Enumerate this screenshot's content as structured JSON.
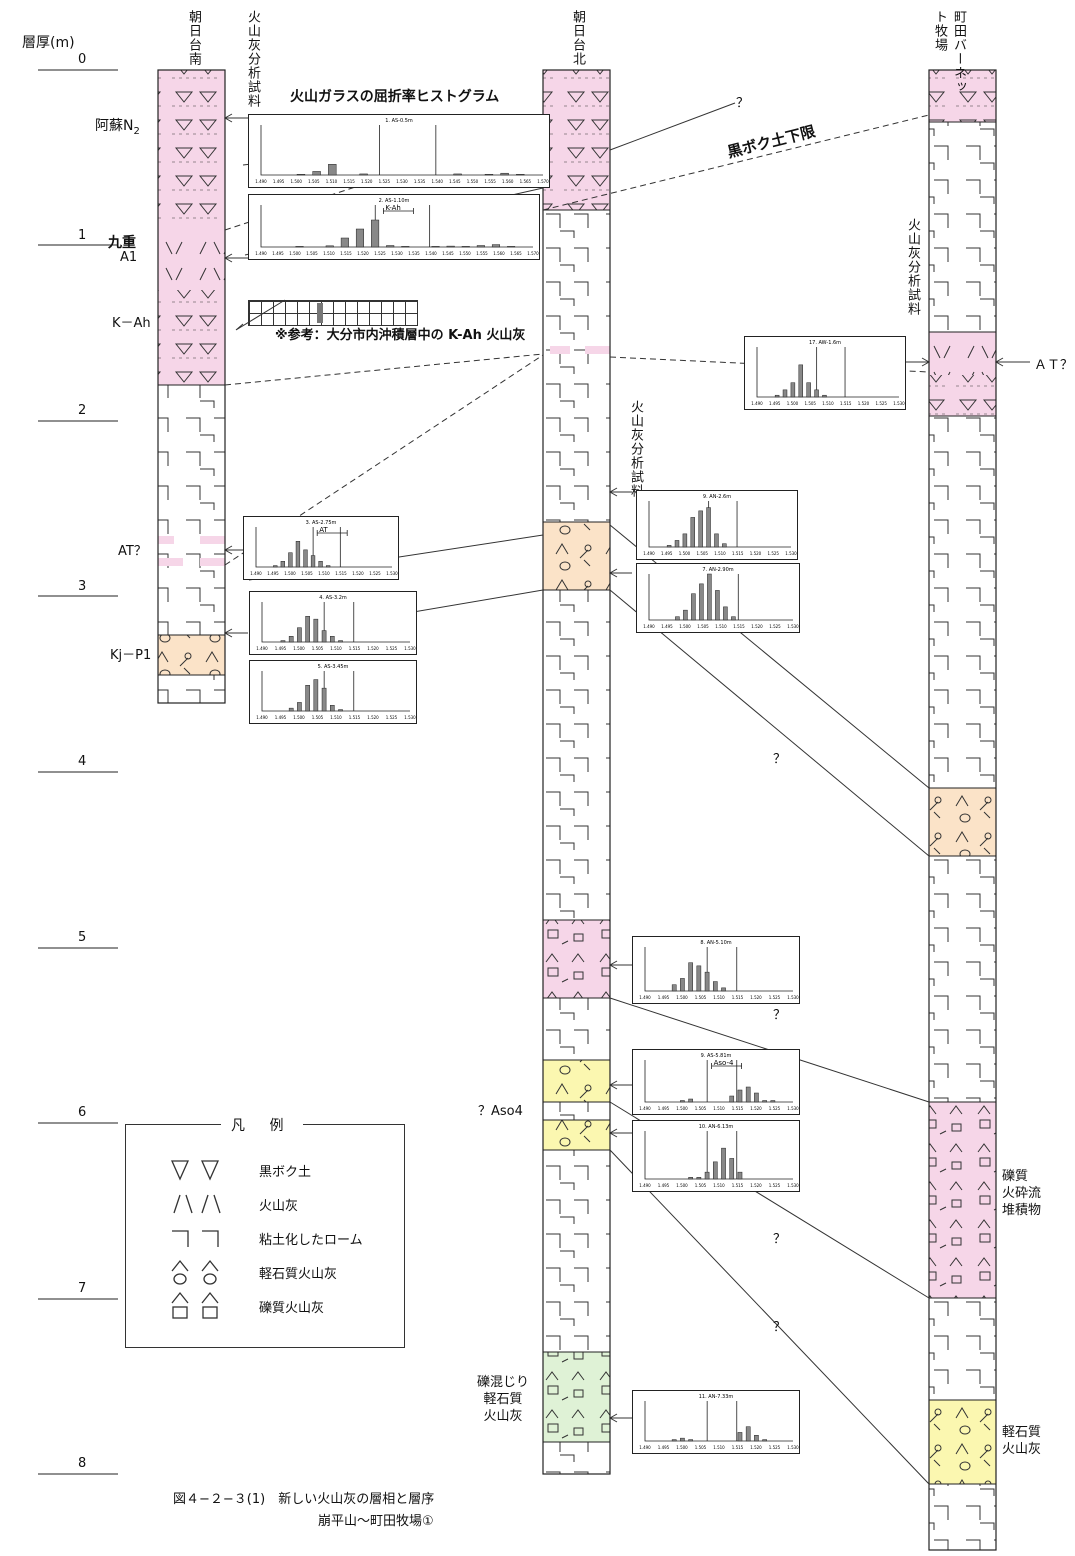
{
  "axis": {
    "title": "層厚(m)",
    "ticks": [
      "0",
      "1",
      "2",
      "3",
      "4",
      "5",
      "6",
      "7",
      "8"
    ]
  },
  "columns": {
    "left": {
      "name": "朝日台南",
      "sample_label": "火山灰分析試料"
    },
    "middle": {
      "name": "朝日台北",
      "sample_label": "火山灰分析試料"
    },
    "right": {
      "name": "町田バーネット牧場",
      "sample_label": "火山灰分析試料"
    }
  },
  "headings": {
    "histogram_title": "火山ガラスの屈折率ヒストグラム",
    "kuroboku_lower": "黒ボク土下限",
    "reference": "※参考：大分市内沖積層中の K-Ah 火山灰"
  },
  "layer_labels": {
    "aso_n2": "阿蘇N",
    "aso_n2_sub": "2",
    "kuju": "九重",
    "a1": "A1",
    "kah": "K－Ah",
    "at_q_left": "AT？",
    "kjp1": "Kj－P1",
    "aso4": "？Aso4",
    "gravel_pumice_left": [
      "礫混じり",
      "軽石質",
      "火山灰"
    ],
    "gravel_pyro": [
      "礫質",
      "火砕流",
      "堆積物"
    ],
    "pumice_right": [
      "軽石質",
      "火山灰"
    ],
    "at_q_right": "ＡＴ？",
    "question": "？"
  },
  "histograms": [
    {
      "title": "1. AS-0.5m",
      "xticks": [
        "1.490",
        "1.495",
        "1.500",
        "1.505",
        "1.510",
        "1.515",
        "1.520",
        "1.525",
        "1.530",
        "1.535",
        "1.540",
        "1.545",
        "1.550",
        "1.555",
        "1.560",
        "1.565",
        "1.570"
      ]
    },
    {
      "title": "2. AS-1.10m",
      "xticks": [
        "1.490",
        "1.495",
        "1.500",
        "1.505",
        "1.510",
        "1.515",
        "1.520",
        "1.525",
        "1.530",
        "1.535",
        "1.540",
        "1.545",
        "1.550",
        "1.555",
        "1.560",
        "1.565",
        "1.570"
      ],
      "bracket": "K-Ah"
    },
    {
      "title": "17. AW-1.6m",
      "xticks": [
        "1.490",
        "1.495",
        "1.500",
        "1.505",
        "1.510",
        "1.515",
        "1.520",
        "1.525",
        "1.530"
      ]
    },
    {
      "title": "9. AN-2.6m",
      "xticks": [
        "1.490",
        "1.495",
        "1.500",
        "1.505",
        "1.510",
        "1.515",
        "1.520",
        "1.525",
        "1.530"
      ]
    },
    {
      "title": "3. AS-2.75m",
      "xticks": [
        "1.490",
        "1.495",
        "1.500",
        "1.505",
        "1.510",
        "1.515",
        "1.520",
        "1.525",
        "1.530"
      ],
      "bracket": "AT"
    },
    {
      "title": "7. AN-2.90m",
      "xticks": [
        "1.490",
        "1.495",
        "1.500",
        "1.505",
        "1.510",
        "1.515",
        "1.520",
        "1.525",
        "1.530"
      ]
    },
    {
      "title": "4. AS-3.2m",
      "xticks": [
        "1.490",
        "1.495",
        "1.500",
        "1.505",
        "1.510",
        "1.515",
        "1.520",
        "1.525",
        "1.530"
      ]
    },
    {
      "title": "5. AS-3.45m",
      "xticks": [
        "1.490",
        "1.495",
        "1.500",
        "1.505",
        "1.510",
        "1.515",
        "1.520",
        "1.525",
        "1.530"
      ]
    },
    {
      "title": "8. AN-5.10m",
      "xticks": [
        "1.490",
        "1.495",
        "1.500",
        "1.505",
        "1.510",
        "1.515",
        "1.520",
        "1.525",
        "1.530"
      ]
    },
    {
      "title": "9. AS-5.81m",
      "xticks": [
        "1.490",
        "1.495",
        "1.500",
        "1.505",
        "1.510",
        "1.515",
        "1.520",
        "1.525",
        "1.530"
      ],
      "bracket": "Aso-4"
    },
    {
      "title": "10. AN-6.13m",
      "xticks": [
        "1.490",
        "1.495",
        "1.500",
        "1.505",
        "1.510",
        "1.515",
        "1.520",
        "1.525",
        "1.530"
      ]
    },
    {
      "title": "11. AN-7.33m",
      "xticks": [
        "1.490",
        "1.495",
        "1.500",
        "1.505",
        "1.510",
        "1.515",
        "1.520",
        "1.525",
        "1.530"
      ]
    }
  ],
  "legend": {
    "title": "凡 例",
    "items": [
      {
        "symbol": "kuroboku",
        "label": "黒ボク土"
      },
      {
        "symbol": "ash",
        "label": "火山灰"
      },
      {
        "symbol": "loam",
        "label": "粘土化したローム"
      },
      {
        "symbol": "pumice",
        "label": "軽石質火山灰"
      },
      {
        "symbol": "gravel",
        "label": "礫質火山灰"
      }
    ]
  },
  "caption": {
    "line1": "図４−２−３(1)　新しい火山灰の層相と層序",
    "line2": "崩平山〜町田牧場①"
  },
  "colors": {
    "pink": "#f6d6e8",
    "orange": "#fbe3c8",
    "yellow": "#fbf7b0",
    "green": "#dff2d6",
    "line": "#222222"
  }
}
